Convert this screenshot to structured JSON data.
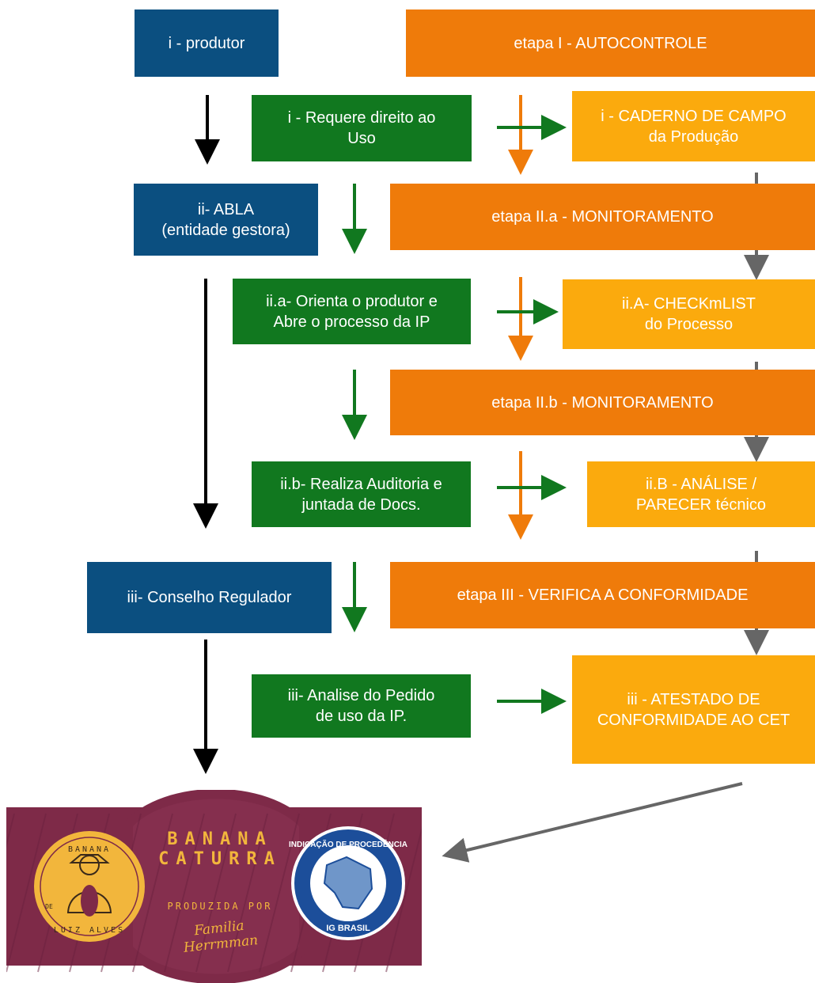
{
  "actors": {
    "produtor": "i - produtor",
    "abla": [
      "ii- ABLA",
      "(entidade gestora)"
    ],
    "conselho": "iii- Conselho Regulador"
  },
  "stages": {
    "etapa1": "etapa I - AUTOCONTROLE",
    "etapa2a": "etapa II.a - MONITORAMENTO",
    "etapa2b": "etapa II.b - MONITORAMENTO",
    "etapa3": "etapa III - VERIFICA A CONFORMIDADE"
  },
  "actions": {
    "a1": [
      "i - Requere direito ao",
      "Uso"
    ],
    "a2": [
      "ii.a- Orienta o produtor e",
      "Abre o processo da IP"
    ],
    "a3": [
      "ii.b- Realiza Auditoria e",
      "juntada de Docs."
    ],
    "a4": [
      "iii- Analise do Pedido",
      "de uso da IP."
    ]
  },
  "outputs": {
    "o1": [
      "i - CADERNO DE CAMPO",
      "da  Produção"
    ],
    "o2": [
      "ii.A- CHECKmLIST",
      "do Processo"
    ],
    "o3": [
      "ii.B - ANÁLISE /",
      "PARECER técnico"
    ],
    "o4": [
      "iii - ATESTADO DE",
      "CONFORMIDADE AO CET"
    ]
  },
  "label": {
    "brand": [
      "BANANA",
      "CATURRA"
    ],
    "produced_by": "PRODUZIDA POR",
    "family": "Familia Herrmman",
    "left_seal_top": "BANANA",
    "left_seal_bottom": "LUIZ ALVES",
    "left_seal_de": "DE",
    "right_seal_top": "INDICAÇÃO DE PROCEDÊNCIA",
    "right_seal_bottom": "IG BRASIL"
  },
  "colors": {
    "actor": "#0b4f80",
    "action": "#11781f",
    "stage": "#ef7b0a",
    "output": "#fbaa0d",
    "label_bg": "#7e2a48",
    "label_gold": "#f2b63c",
    "seal_blue": "#1c4e9a"
  }
}
